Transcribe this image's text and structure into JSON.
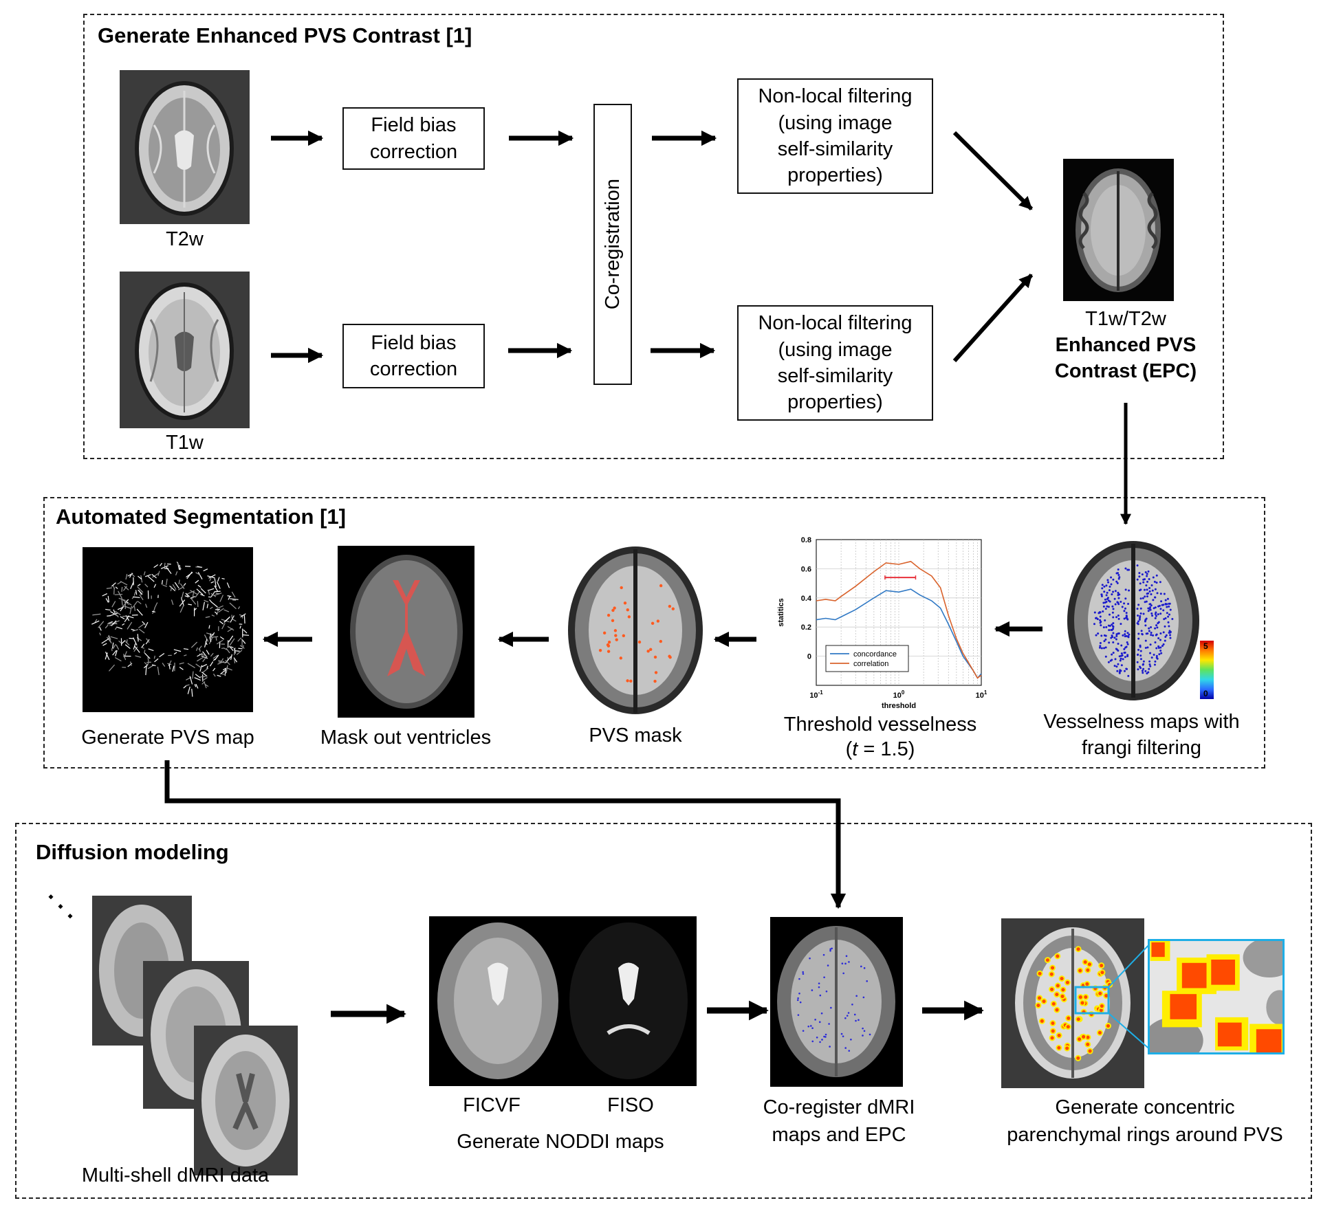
{
  "section1": {
    "title": "Generate Enhanced PVS Contrast [1]",
    "inputs": [
      {
        "label": "T2w",
        "image": "t2w-brain-mri"
      },
      {
        "label": "T1w",
        "image": "t1w-brain-mri"
      }
    ],
    "field_bias": [
      "Field bias\ncorrection",
      "Field bias\ncorrection"
    ],
    "coregistration": "Co-registration",
    "nonlocal": [
      "Non-local filtering\n(using image\nself-similarity\nproperties)",
      "Non-local filtering\n(using image\nself-similarity\nproperties)"
    ],
    "output": {
      "line1": "T1w/T2w",
      "line2": "Enhanced PVS",
      "line3": "Contrast (EPC)"
    }
  },
  "section2": {
    "title": "Automated Segmentation [1]",
    "steps": [
      {
        "label": "Generate PVS map"
      },
      {
        "label": "Mask out ventricles"
      },
      {
        "label": "PVS mask"
      },
      {
        "label": "Threshold vesselness",
        "sub_prefix": "(",
        "sub_var": "t",
        "sub_rest": " = 1.5)"
      },
      {
        "label": "Vesselness maps with",
        "label2": "frangi filtering"
      }
    ],
    "colorbar": {
      "max": "5",
      "min": "0"
    },
    "colors": {
      "mask_red": "#e8504a",
      "pvs_orange": "#ff5a1f",
      "vessel_blue": "#1a1acc"
    }
  },
  "section3": {
    "title": "Diffusion modeling",
    "steps": [
      {
        "label": "Multi-shell dMRI data"
      },
      {
        "label_a": "FICVF",
        "label_b": "FISO",
        "label": "Generate NODDI maps"
      },
      {
        "label": "Co-register dMRI",
        "label2": "maps and EPC"
      },
      {
        "label": "Generate concentric",
        "label2": "parenchymal rings around PVS"
      }
    ],
    "colors": {
      "zoom_box": "#1eaee6",
      "ring_yellow": "#ffee00",
      "ring_red": "#ff4a00"
    }
  },
  "chart_data": {
    "type": "line",
    "title": "",
    "xlabel": "threshold",
    "ylabel": "statitics",
    "xscale": "log",
    "xlim": [
      0.1,
      10
    ],
    "ylim": [
      -0.2,
      0.8
    ],
    "xticks": [
      "10^-1",
      "10^0",
      "10^1"
    ],
    "yticks": [
      "0",
      "0.2",
      "0.4",
      "0.6",
      "0.8"
    ],
    "grid": true,
    "legend_position": "bottom-left",
    "series": [
      {
        "name": "concordance",
        "color": "#2f78c4",
        "x": [
          0.1,
          0.13,
          0.17,
          0.2,
          0.3,
          0.5,
          0.7,
          1.0,
          1.4,
          1.8,
          2.5,
          3.2,
          4.0,
          5.0,
          6.0,
          8.0,
          9.0,
          10.0
        ],
        "y": [
          0.25,
          0.26,
          0.25,
          0.27,
          0.32,
          0.4,
          0.45,
          0.44,
          0.46,
          0.42,
          0.38,
          0.33,
          0.22,
          0.1,
          0.0,
          -0.1,
          -0.15,
          -0.12
        ]
      },
      {
        "name": "correlation",
        "color": "#d9622b",
        "x": [
          0.1,
          0.13,
          0.17,
          0.2,
          0.3,
          0.5,
          0.7,
          1.0,
          1.4,
          1.8,
          2.5,
          3.2,
          4.0,
          5.0,
          6.0,
          8.0,
          9.0,
          10.0
        ],
        "y": [
          0.38,
          0.39,
          0.38,
          0.41,
          0.48,
          0.58,
          0.64,
          0.63,
          0.65,
          0.6,
          0.55,
          0.47,
          0.28,
          0.12,
          0.02,
          -0.1,
          -0.15,
          -0.13
        ]
      }
    ],
    "annotations": [
      {
        "type": "range-bar",
        "x": [
          0.68,
          1.6
        ],
        "y": 0.54,
        "color": "#e8303a"
      }
    ]
  }
}
